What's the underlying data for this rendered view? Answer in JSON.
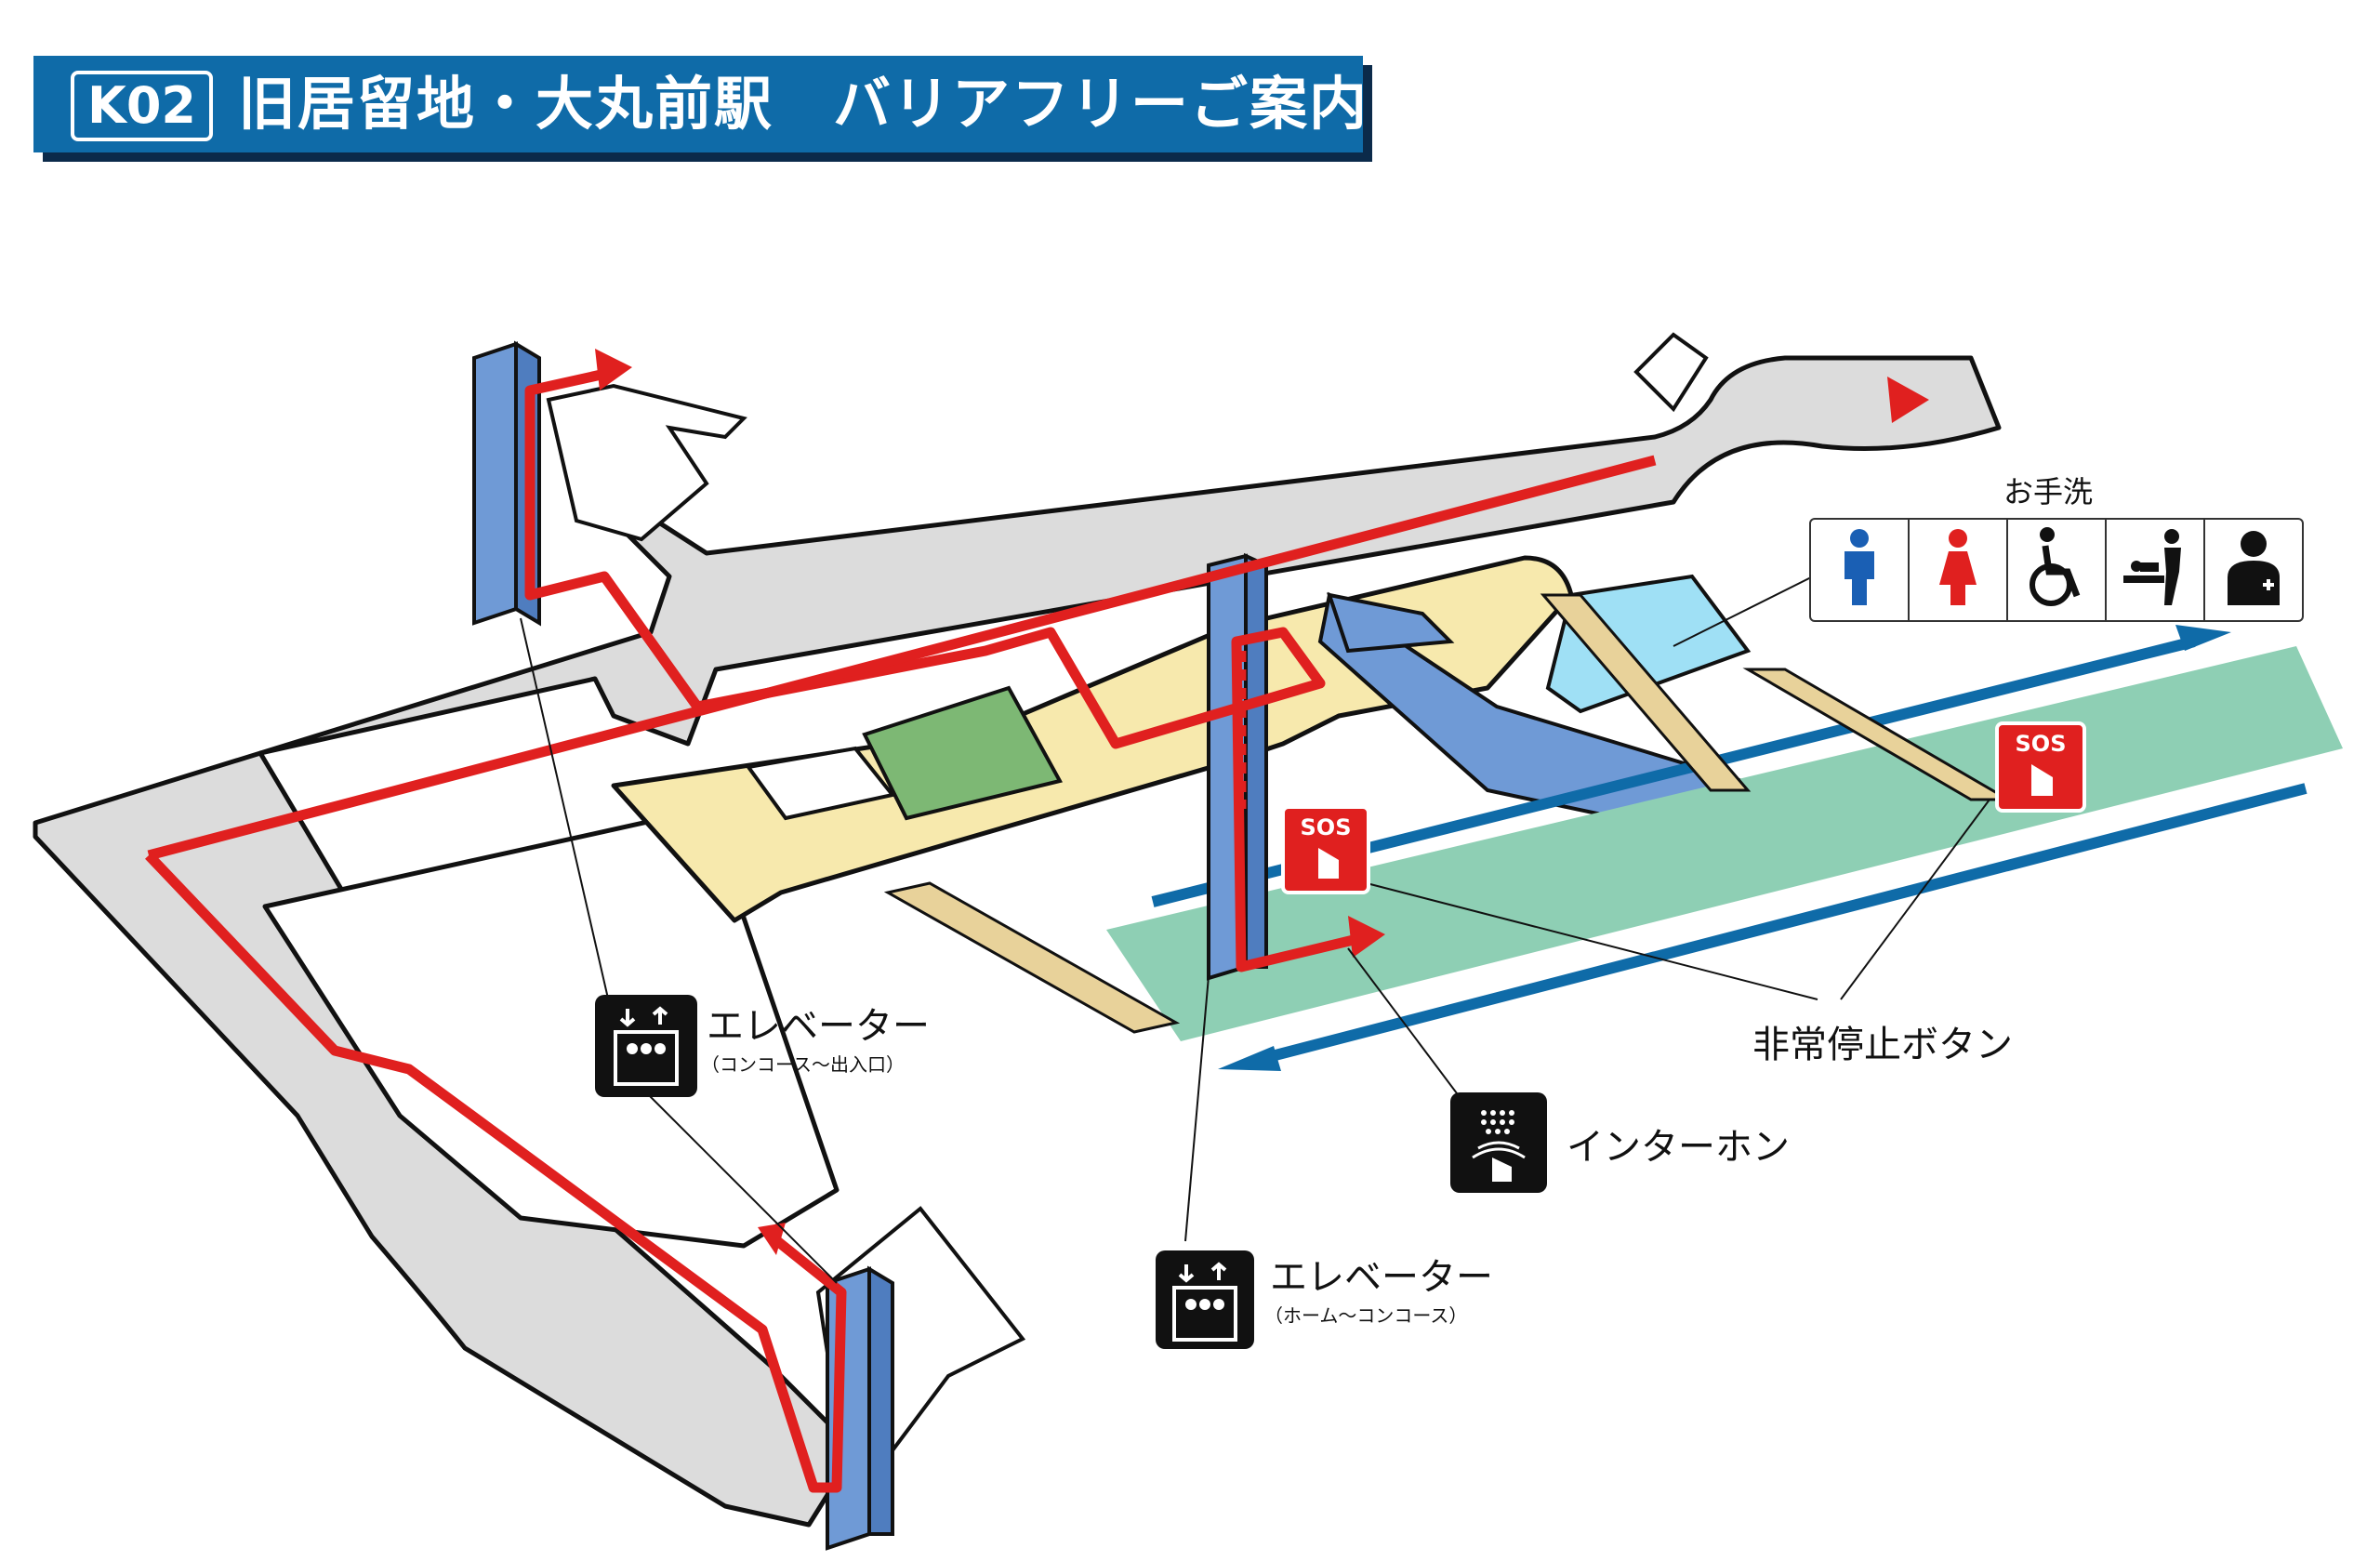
{
  "title": {
    "station_code": "K02",
    "text": "旧居留地・大丸前駅　バリアフリーご案内図"
  },
  "labels": {
    "elevator_concourse": "エレベーター",
    "elevator_concourse_sub": "（コンコース～出入口）",
    "elevator_platform": "エレベーター",
    "elevator_platform_sub": "（ホーム～コンコース）",
    "intercom": "インターホン",
    "emergency_stop": "非常停止ボタン",
    "restroom": "お手洗",
    "sos": "SOS"
  },
  "restroom_icons": [
    "man-icon",
    "woman-icon",
    "wheelchair-icon",
    "baby-changing-icon",
    "ostomate-icon"
  ],
  "colors": {
    "title_bar": "#0f6ba8",
    "route": "#e0201f",
    "elevator": "#6f9ad6",
    "concourse": "#f7e9ad",
    "platform": "#8ecfb4",
    "passage": "#dcdcdc",
    "restroom_area": "#9fe0f5",
    "shop_area": "#7db874",
    "train_direction": "#0f6ba8"
  }
}
